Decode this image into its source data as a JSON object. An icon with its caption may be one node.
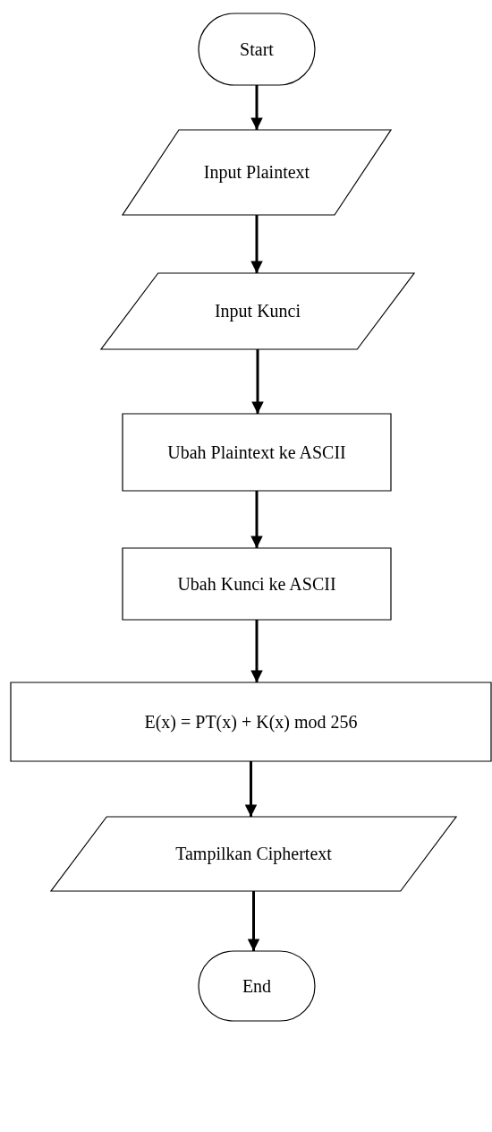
{
  "diagram": {
    "nodes": [
      {
        "text": [
          "Start"
        ]
      },
      {
        "text": [
          "Input Plaintext"
        ]
      },
      {
        "text": [
          "Input Kunci"
        ]
      },
      {
        "text": [
          "Ubah Plaintext ke ASCII"
        ]
      },
      {
        "text": [
          "Ubah Kunci ke ASCII"
        ]
      },
      {
        "text": [
          "E(x) = PT(x) + K(x) mod 256"
        ]
      },
      {
        "text": [
          "Tampilkan Ciphertext"
        ]
      },
      {
        "text": [
          "End"
        ]
      }
    ],
    "edges": [
      {
        "from": 0,
        "to": 1,
        "arrow": "to"
      },
      {
        "from": 1,
        "to": 2,
        "arrow": "to"
      },
      {
        "from": 2,
        "to": 3,
        "arrow": "to"
      },
      {
        "from": 3,
        "to": 4,
        "arrow": "to"
      },
      {
        "from": 4,
        "to": 5,
        "arrow": "to"
      },
      {
        "from": 5,
        "to": 6,
        "arrow": "to"
      },
      {
        "from": 6,
        "to": 7,
        "arrow": "to"
      }
    ]
  }
}
